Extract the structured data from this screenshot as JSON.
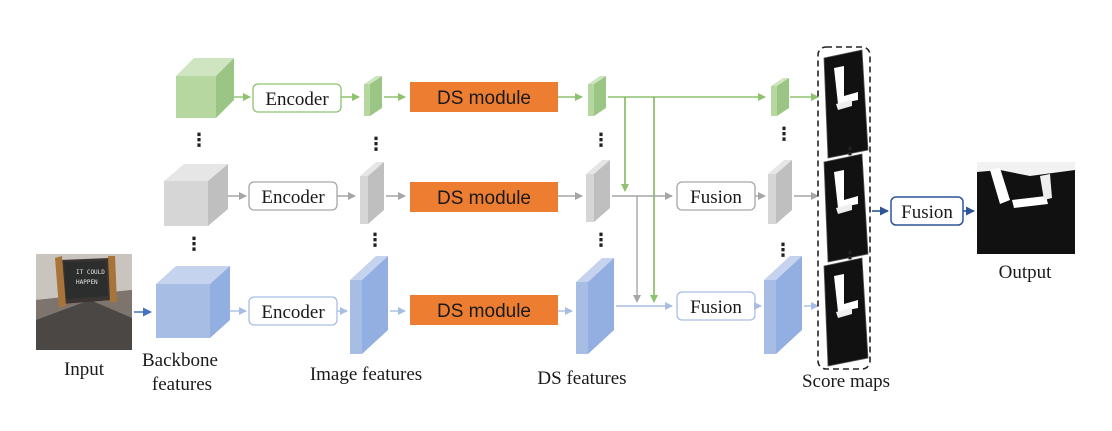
{
  "labels": {
    "encoder_top": "Encoder",
    "encoder_mid": "Encoder",
    "encoder_bot": "Encoder",
    "ds_top": "DS module",
    "ds_mid": "DS module",
    "ds_bot": "DS module",
    "fusion_mid": "Fusion",
    "fusion_bot": "Fusion",
    "fusion_final": "Fusion"
  },
  "captions": {
    "input": "Input",
    "backbone_line1": "Backbone",
    "backbone_line2": "features",
    "image_features": "Image features",
    "ds_features": "DS features",
    "score_maps": "Score maps",
    "output": "Output"
  },
  "photo_text": {
    "line1": "IT COULD",
    "line2": "HAPPEN"
  },
  "ellipsis": "⋮",
  "colors": {
    "green": "#8fc26e",
    "green_fill": "#b6d7a0",
    "gray": "#a6a6a6",
    "gray_fill": "#d0d0d0",
    "blue": "#8eaadb",
    "blue_fill": "#a8bde3",
    "orange": "#ed7d31",
    "dark_blue": "#2f5597"
  }
}
